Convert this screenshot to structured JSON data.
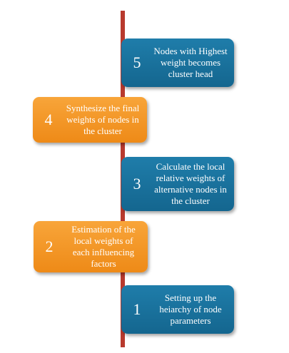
{
  "steps": [
    {
      "number": "1",
      "text": "Setting up the heiarchy of node parameters"
    },
    {
      "number": "2",
      "text": "Estimation of the local weights of each influencing factors"
    },
    {
      "number": "3",
      "text": "Calculate the local relative weights of alternative nodes in the cluster"
    },
    {
      "number": "4",
      "text": "Synthesize the final weights of nodes in the cluster"
    },
    {
      "number": "5",
      "text": "Nodes with Highest weight becomes cluster head"
    }
  ],
  "colors": {
    "axis": "#b83a2e",
    "blue": "#1a76a3",
    "orange": "#f29a2b",
    "text": "#ffffff"
  }
}
